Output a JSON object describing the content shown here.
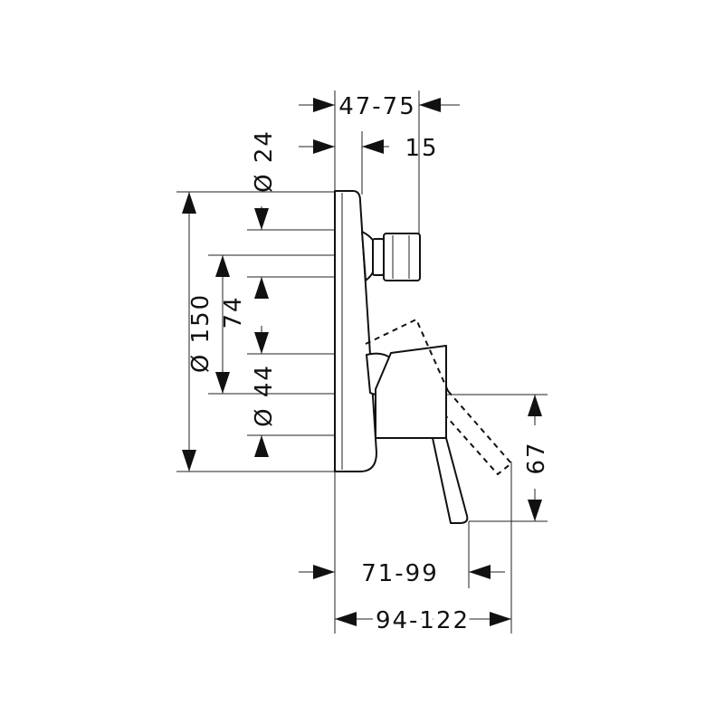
{
  "dimensions": {
    "wall_depth": "47-75",
    "outlet_offset": "15",
    "outlet_diameter": "Ø 24",
    "plate_diameter": "Ø 150",
    "center_distance": "74",
    "handle_diameter": "Ø 44",
    "handle_drop": "67",
    "handle_projection": "71-99",
    "overall_projection": "94-122"
  }
}
